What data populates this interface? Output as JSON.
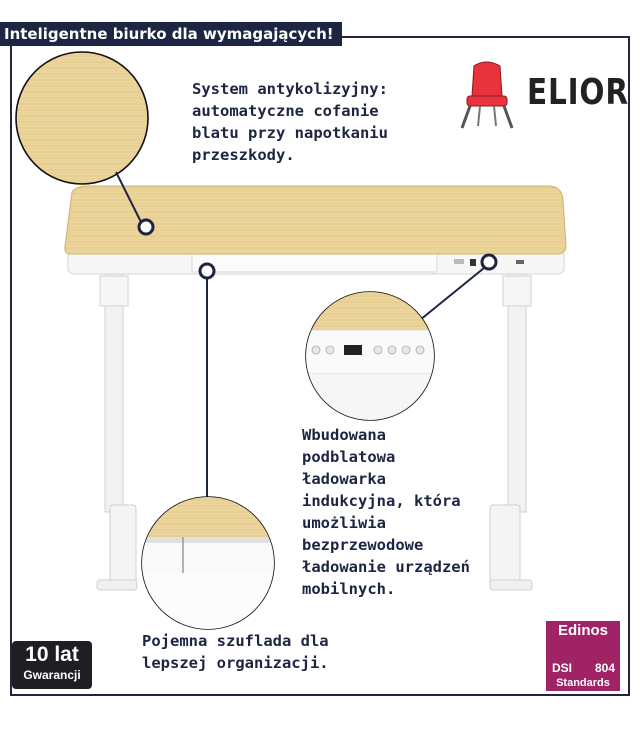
{
  "header": {
    "title": "Inteligentne biurko dla wymagających!"
  },
  "brand": {
    "logo_text": "ELIOR",
    "logo_icon": "chair-icon",
    "chair_color": "#e8323c"
  },
  "callouts": {
    "anti_collision": [
      "System antykolizyjny:",
      "automatyczne cofanie",
      "blatu przy napotkaniu",
      "przeszkody."
    ],
    "charger": [
      "Wbudowana",
      "podblatowa",
      "ładowarka",
      "indukcyjna, która",
      "umożliwia",
      "bezprzewodowe",
      "ładowanie urządzeń",
      "mobilnych."
    ],
    "drawer": [
      "Pojemna szuflada dla",
      "lepszej organizacji."
    ]
  },
  "badges": {
    "warranty": {
      "big": "10 lat",
      "small": "Gwarancji"
    },
    "edinos": {
      "name": "Edinos",
      "left": "DSI",
      "right": "804",
      "bottom": "Standards"
    }
  },
  "colors": {
    "navy": "#1c2541",
    "wood": "#ecd59c",
    "wood_dark": "#d9bd7a",
    "frame_white": "#f4f4f4",
    "edinos_magenta": "#a02465"
  }
}
